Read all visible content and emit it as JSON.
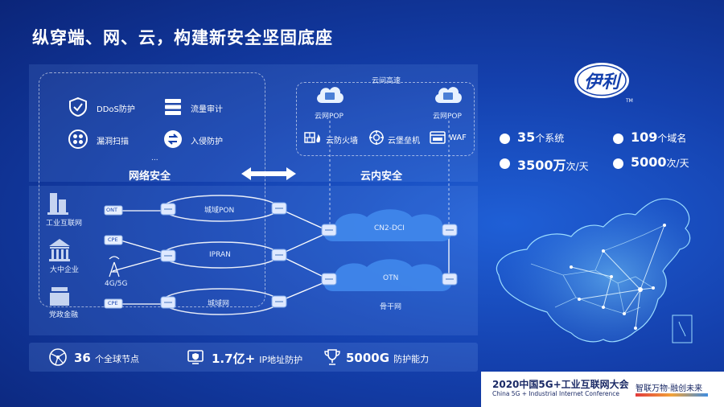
{
  "title": "纵穿端、网、云，构建新安全坚固底座",
  "network_security": {
    "label": "网络安全",
    "items": [
      "DDoS防护",
      "流量审计",
      "漏洞扫描",
      "入侵防护"
    ],
    "ellipsis": "..."
  },
  "cloud_security": {
    "label": "云内安全",
    "cloud_link": "云间高速",
    "pop_left": "云网POP",
    "pop_right": "云网POP",
    "items": [
      "云防火墙",
      "云堡垒机",
      "WAF"
    ]
  },
  "endpoints": [
    "工业互联网",
    "大中企业",
    "4G/5G",
    "党政金融"
  ],
  "devices": [
    "ONT",
    "CPE",
    "CPE"
  ],
  "networks": [
    "城域PON",
    "IPRAN",
    "城域网"
  ],
  "backbone": {
    "cn2": "CN2-DCI",
    "otn": "OTN",
    "label": "骨干网"
  },
  "stats_right": [
    {
      "num": "35",
      "unit": "个系统"
    },
    {
      "num": "109",
      "unit": "个域名"
    },
    {
      "num": "3500万",
      "unit": "次/天"
    },
    {
      "num": "5000",
      "unit": "次/天"
    }
  ],
  "stats_bottom": [
    {
      "num": "36",
      "unit": "个全球节点"
    },
    {
      "num": "1.7亿+",
      "unit": "IP地址防护"
    },
    {
      "num": "5000G",
      "unit": "防护能力"
    }
  ],
  "logo": {
    "text": "伊利",
    "tm": "TM"
  },
  "footer": {
    "title": "2020中国5G+工业互联网大会",
    "subtitle": "China 5G + Industrial Internet Conference",
    "slogan": "智联万物·融创未来"
  },
  "colors": {
    "accent": "#1440ad",
    "cloud": "#3f86ea",
    "map_glow": "#6fd0ff"
  }
}
